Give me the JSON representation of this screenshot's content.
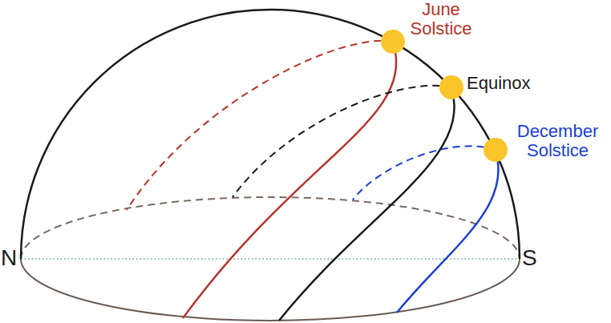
{
  "diagram": {
    "labels": [
      "June Solstice",
      "Equinox",
      "December Solstice",
      "N",
      "S"
    ]
  }
}
